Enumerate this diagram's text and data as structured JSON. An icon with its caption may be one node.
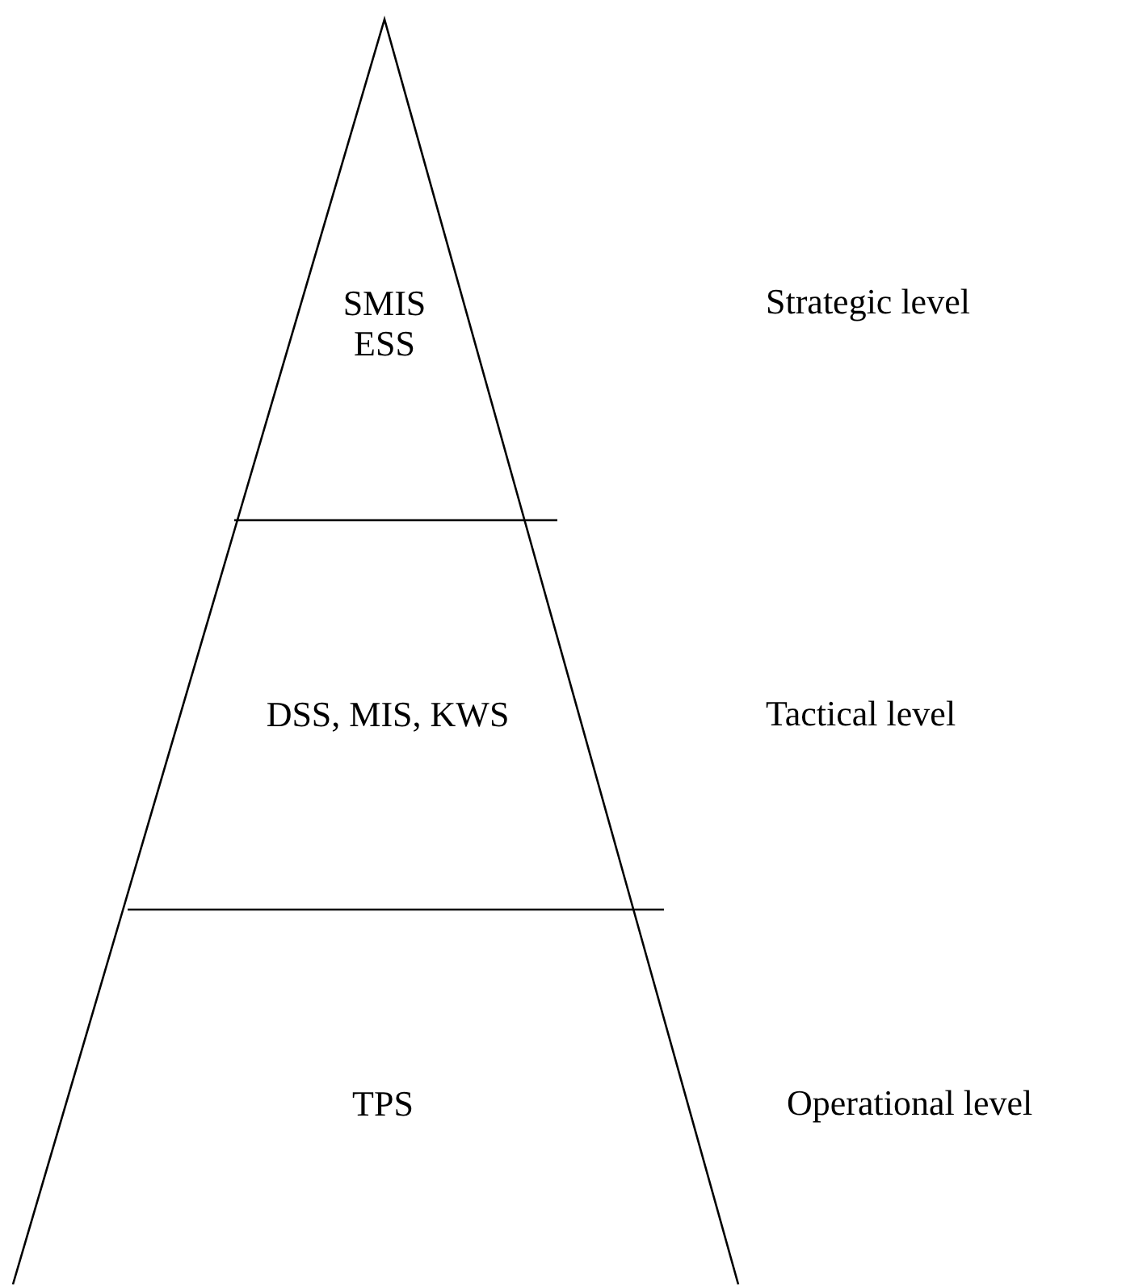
{
  "diagram": {
    "nodes": [
      {
        "text": [
          "SMIS ESS"
        ]
      },
      {
        "text": [
          "DSS, MIS, KWS"
        ]
      },
      {
        "text": [
          "TPS"
        ]
      }
    ],
    "labels": [
      "Strategic level",
      "Tactical level",
      "Operational level"
    ]
  }
}
